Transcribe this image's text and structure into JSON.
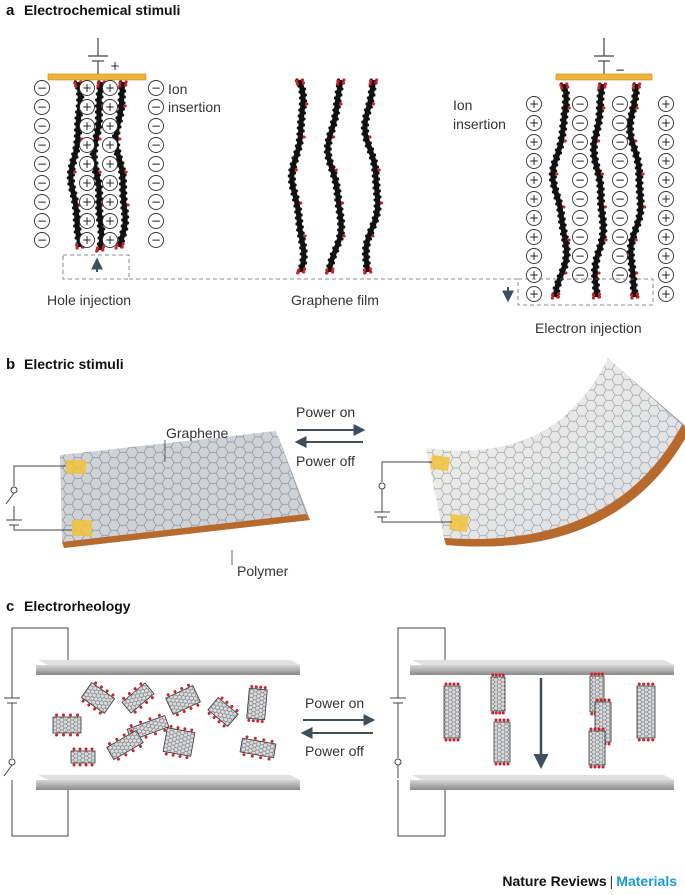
{
  "panel_a": {
    "letter": "a",
    "title": "Electrochemical stimuli",
    "ion_insertion_left": [
      "Ion",
      "insertion"
    ],
    "ion_insertion_right": [
      "Ion",
      "insertion"
    ],
    "hole_injection": "Hole injection",
    "graphene_film": "Graphene film",
    "electron_injection": "Electron injection",
    "plus_sign": "+",
    "minus_sign": "−"
  },
  "panel_b": {
    "letter": "b",
    "title": "Electric stimuli",
    "graphene": "Graphene",
    "polymer": "Polymer",
    "power_on": "Power on",
    "power_off": "Power off"
  },
  "panel_c": {
    "letter": "c",
    "title": "Electrorheology",
    "power_on": "Power on",
    "power_off": "Power off"
  },
  "footer": {
    "brand": "Nature Reviews",
    "separator": "|",
    "subject": "Materials"
  },
  "colors": {
    "electrode": "#f2b33a",
    "polymer": "#b86a2c",
    "sheet": "#cfd3d8",
    "plate": "#9a9a9a",
    "arrow": "#3e4e5a",
    "oxygen": "#d01f2a",
    "accent": "#1a9ad6"
  }
}
